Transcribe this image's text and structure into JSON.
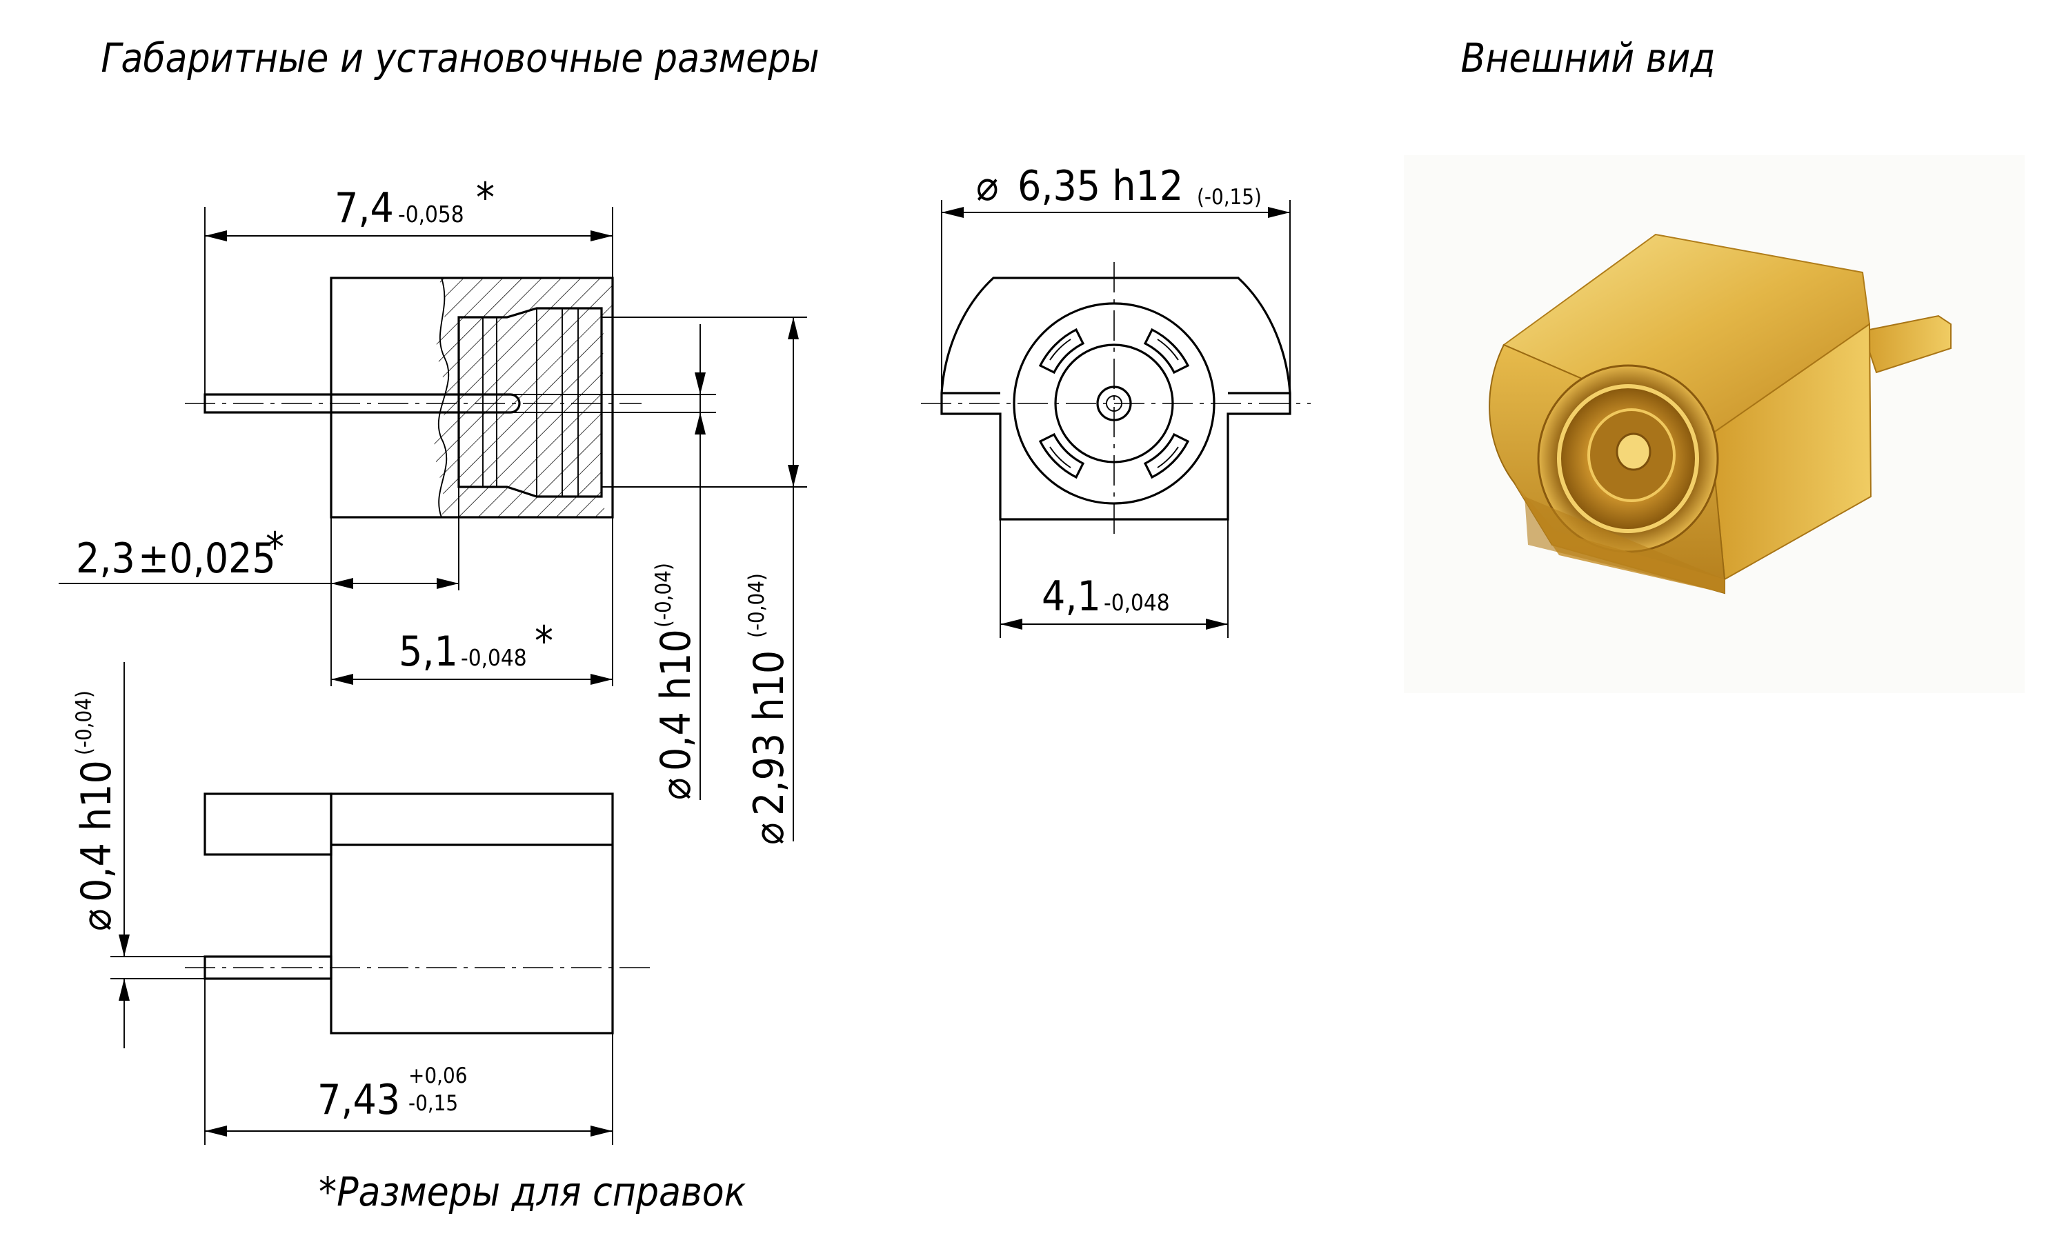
{
  "titles": {
    "dimensions": "Габаритные и установочные размеры",
    "appearance": "Внешний вид"
  },
  "dims": {
    "length_top": {
      "value": "7,4",
      "tol": "-0,058",
      "star": "*"
    },
    "diam_face": {
      "value": "6,35 h12",
      "tol": "-0,15"
    },
    "offset": {
      "value": "2,3",
      "tol": "±0,025",
      "star": "*"
    },
    "body_length": {
      "value": "5,1",
      "tol": "-0,048",
      "star": "*"
    },
    "pin_diam": {
      "value": "0,4 h10",
      "tol": "-0,04"
    },
    "bore_diam": {
      "value": "2,93 h10",
      "tol": "-0,04"
    },
    "face_width": {
      "value": "4,1",
      "tol": "-0,048"
    },
    "pin_diam_side": {
      "value": "0,4 h10",
      "tol": "-0,04"
    },
    "length_bottom": {
      "value": "7,43",
      "tol_upper": "+0,06",
      "tol_lower": "-0,15"
    }
  },
  "diameter_symbol": "⌀",
  "footnote": "*Размеры для справок",
  "colors": {
    "ink": "#000000",
    "background": "#ffffff",
    "gold_light": "#f3d572",
    "gold_mid": "#d9a631",
    "gold_dark": "#9a6a12",
    "photo_bg": "#fbfbf9"
  },
  "photo": {
    "subject": "gold-plated-mmcx-connector-icon"
  }
}
